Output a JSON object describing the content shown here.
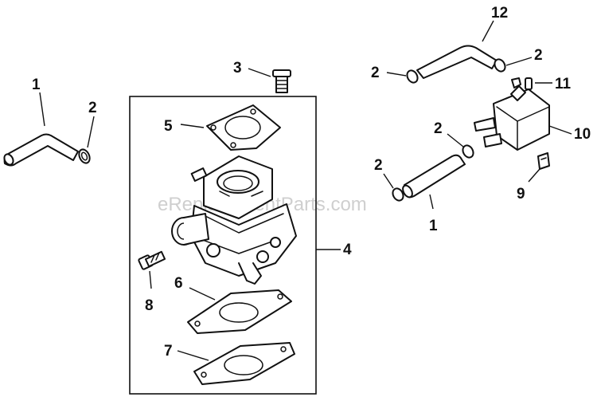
{
  "watermark": "eReplacementParts.com",
  "callouts": {
    "hose_left": "1",
    "clamp_left": "2",
    "screw_top": "3",
    "carburetor": "4",
    "gasket_top": "5",
    "gasket_mid": "6",
    "gasket_bottom": "7",
    "screw_left": "8",
    "clip": "9",
    "fuel_pump": "10",
    "fitting": "11",
    "hose_top_right": "12",
    "clamp_top_left": "2",
    "clamp_top_right": "2",
    "clamp_mid": "2",
    "clamp_lower": "2",
    "hose_mid": "1"
  },
  "colors": {
    "line": "#111111",
    "background": "#ffffff",
    "watermark": "#cfcfcf"
  }
}
